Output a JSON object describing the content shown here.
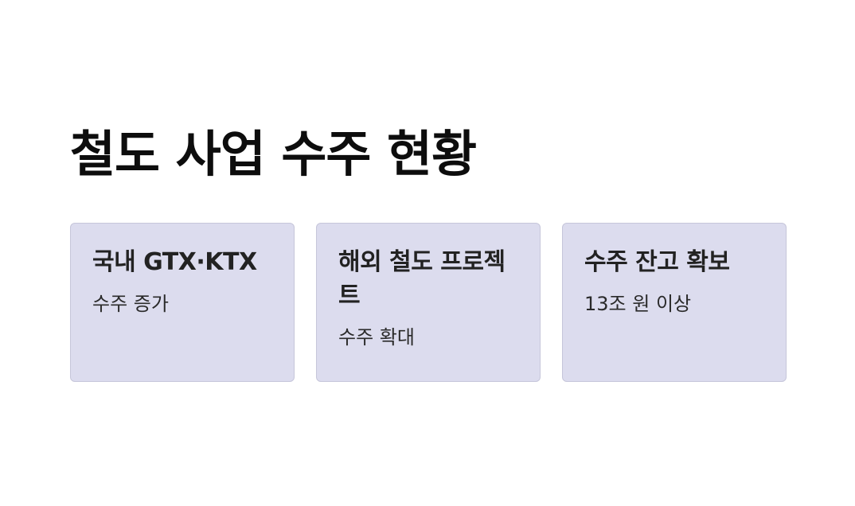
{
  "title": "철도 사업 수주 현황",
  "cards": [
    {
      "title": "국내 GTX·KTX",
      "desc": "수주 증가"
    },
    {
      "title": "해외 철도 프로젝트",
      "desc": "수주 확대"
    },
    {
      "title": "수주 잔고 확보",
      "desc": "13조 원 이상"
    }
  ],
  "colors": {
    "card_background": "#dcdcee",
    "card_border": "#c6c6da",
    "title_text": "#0d0d0d"
  }
}
